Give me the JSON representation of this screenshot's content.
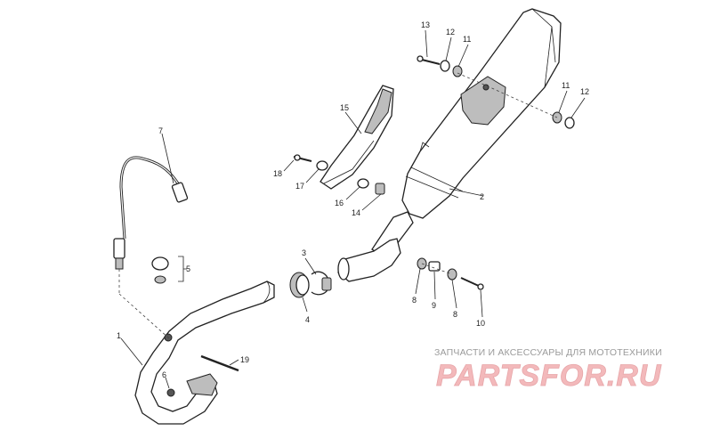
{
  "diagram": {
    "callouts": [
      "1",
      "2",
      "3",
      "4",
      "5",
      "6",
      "7",
      "8",
      "8",
      "9",
      "10",
      "11",
      "11",
      "12",
      "12",
      "13",
      "14",
      "15",
      "16",
      "17",
      "18",
      "19"
    ]
  },
  "watermark": {
    "caption": "ЗАПЧАСТИ И АКСЕССУАРЫ ДЛЯ МОТОТЕХНИКИ",
    "logo": "PARTSFOR.RU",
    "color": "#f3b9bb"
  }
}
